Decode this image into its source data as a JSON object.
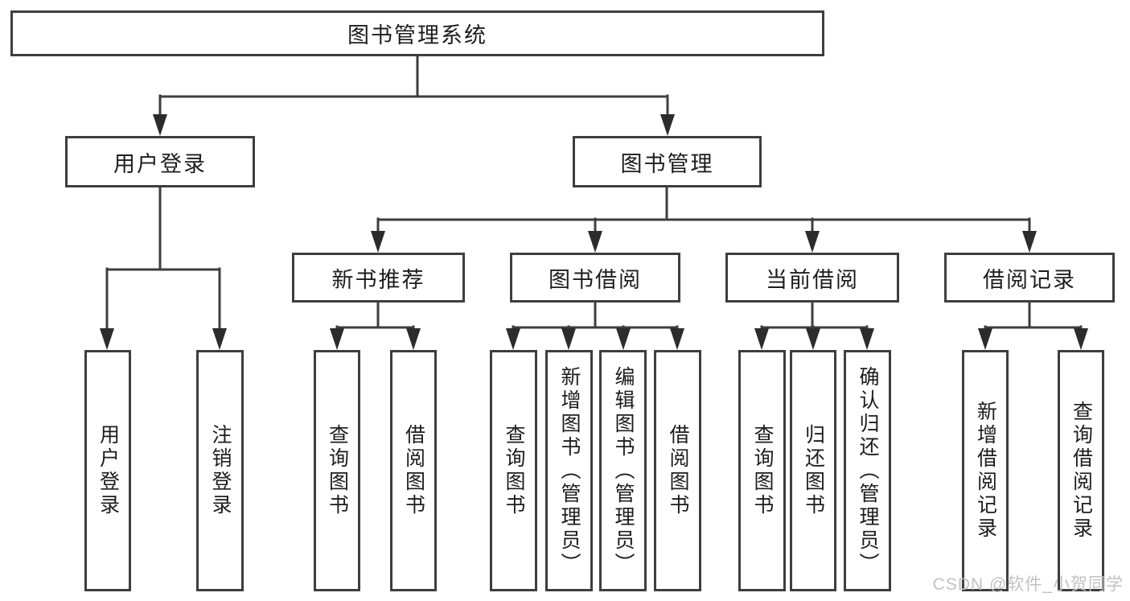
{
  "tree": {
    "root": {
      "label": "图书管理系统",
      "children": [
        {
          "label": "用户登录",
          "children": [
            {
              "label": "用户登录"
            },
            {
              "label": "注销登录"
            }
          ]
        },
        {
          "label": "图书管理",
          "children": [
            {
              "label": "新书推荐",
              "children": [
                {
                  "label": "查询图书"
                },
                {
                  "label": "借阅图书"
                }
              ]
            },
            {
              "label": "图书借阅",
              "children": [
                {
                  "label": "查询图书"
                },
                {
                  "label": "新增图书（管理员）"
                },
                {
                  "label": "编辑图书（管理员）"
                },
                {
                  "label": "借阅图书"
                }
              ]
            },
            {
              "label": "当前借阅",
              "children": [
                {
                  "label": "查询图书"
                },
                {
                  "label": "归还图书"
                },
                {
                  "label": "确认归还（管理员）"
                }
              ]
            },
            {
              "label": "借阅记录",
              "children": [
                {
                  "label": "新增借阅记录"
                },
                {
                  "label": "查询借阅记录"
                }
              ]
            }
          ]
        }
      ]
    }
  },
  "watermark": "CSDN @软件_小贺同学",
  "colors": {
    "line": "#3e3e3e",
    "arrow": "#2c2c2c",
    "border": "#3e3e3e",
    "text": "#1d1d1d",
    "watermark": "#c2c2c2",
    "background": "#ffffff"
  }
}
